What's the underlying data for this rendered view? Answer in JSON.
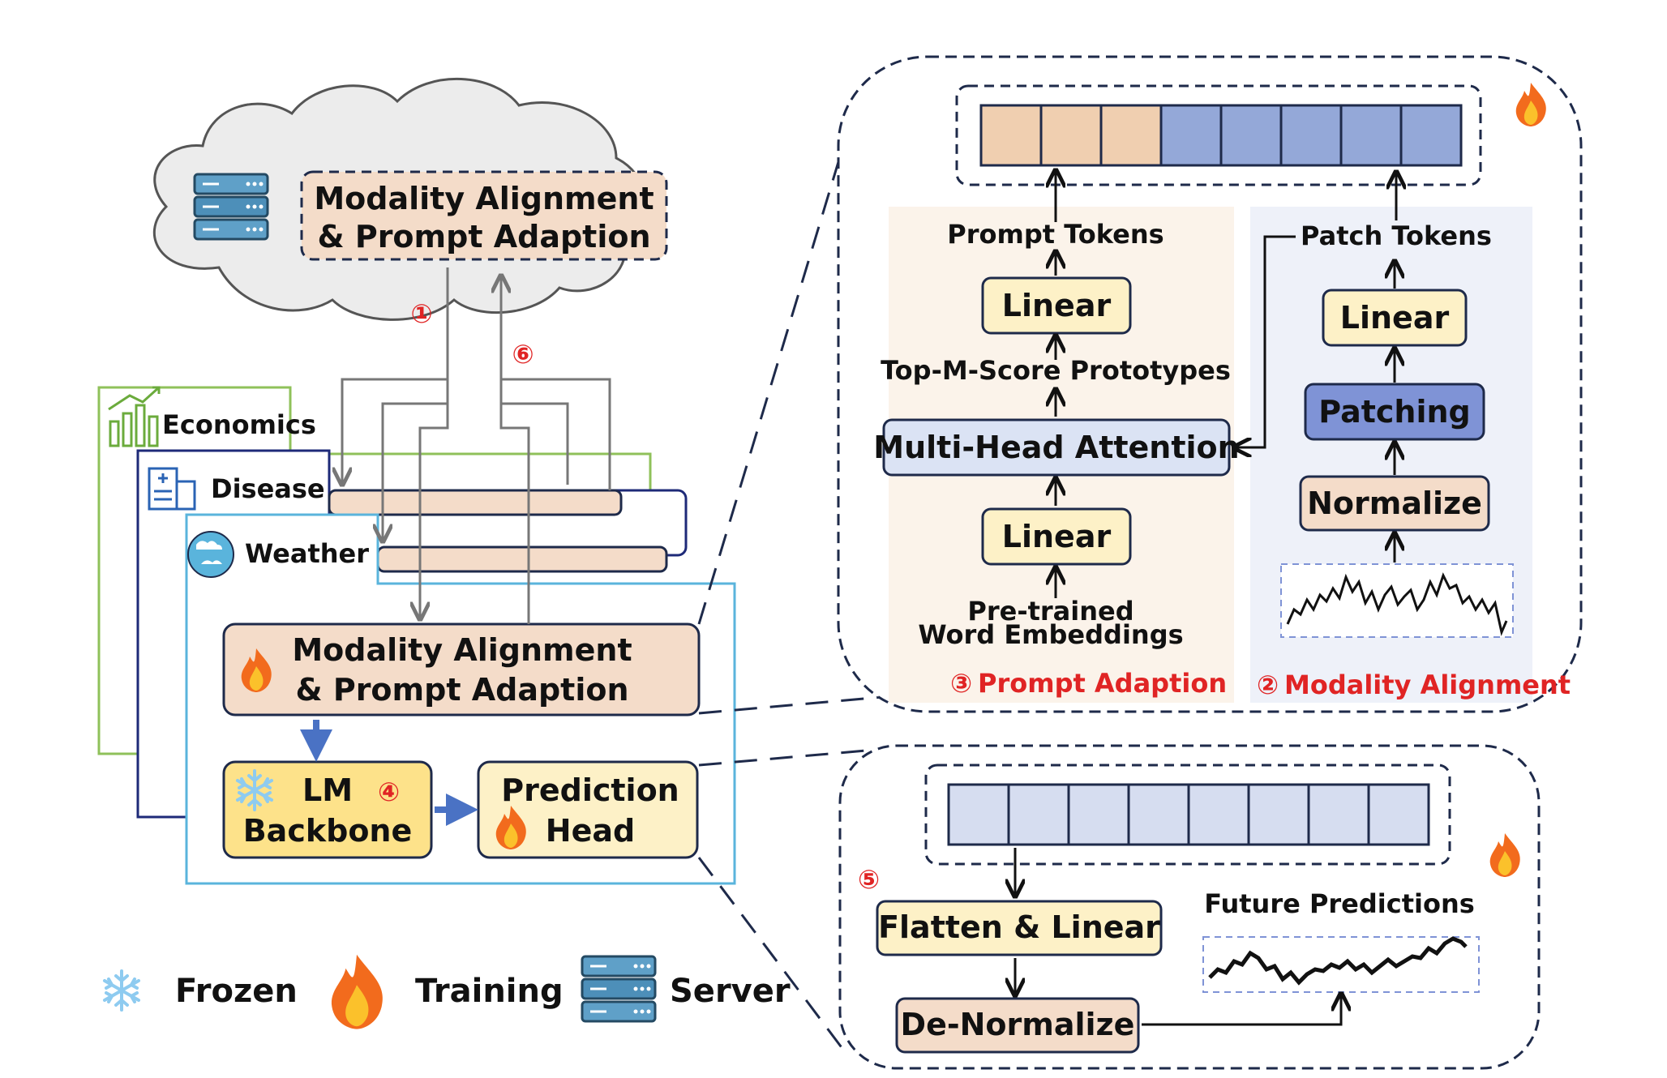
{
  "cloud": {
    "box_line1": "Modality Alignment",
    "box_line2": "& Prompt Adaption"
  },
  "steps": {
    "s1": "①",
    "s2": "②",
    "s3": "③",
    "s4": "④",
    "s5": "⑤",
    "s6": "⑥"
  },
  "clients": {
    "economics": "Economics",
    "disease": "Disease",
    "weather": "Weather",
    "ma_line1": "Modality Alignment",
    "ma_line2": "& Prompt Adaption",
    "lm_line1": "LM",
    "lm_line2": "Backbone",
    "pred_line1": "Prediction",
    "pred_line2": "Head"
  },
  "prompt_panel": {
    "prompt_tokens": "Prompt Tokens",
    "linear_top": "Linear",
    "top_m": "Top-M-Score Prototypes",
    "mha": "Multi-Head Attention",
    "linear_bottom": "Linear",
    "word_emb_line1": "Pre-trained",
    "word_emb_line2": "Word Embeddings",
    "title": "Prompt Adaption"
  },
  "modality_panel": {
    "patch_tokens": "Patch Tokens",
    "linear": "Linear",
    "patching": "Patching",
    "normalize": "Normalize",
    "title": "Modality Alignment"
  },
  "head_panel": {
    "flatten": "Flatten & Linear",
    "denorm": "De-Normalize",
    "future": "Future Predictions"
  },
  "legend": {
    "frozen": "Frozen",
    "training": "Training",
    "server": "Server"
  },
  "colors": {
    "peach": "#f4dcc9",
    "yellow": "#fdf1c7",
    "blue_token": "#94a8d8",
    "peach_token": "#f0cfb0",
    "light_blue_token": "#d6ddf0",
    "patching": "#7f93d6",
    "mha": "#dbe3f4",
    "red": "#e02424",
    "fire": "#f26b1d"
  }
}
